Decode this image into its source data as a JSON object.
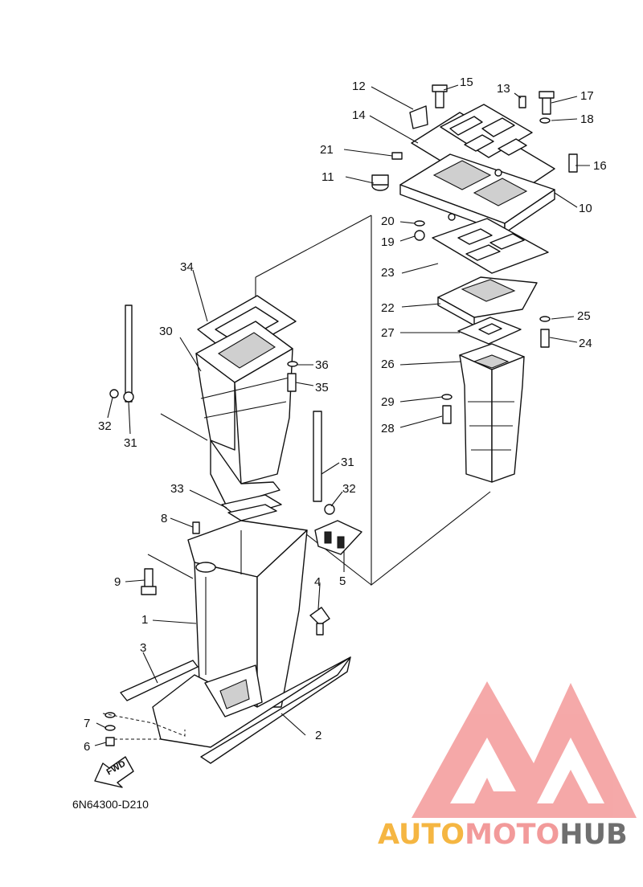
{
  "diagram": {
    "drawing_code": "6N64300-D210",
    "fwd_label": "FWD",
    "callouts": [
      "1",
      "2",
      "3",
      "4",
      "5",
      "6",
      "7",
      "8",
      "9",
      "10",
      "11",
      "12",
      "13",
      "14",
      "15",
      "16",
      "17",
      "18",
      "19",
      "20",
      "21",
      "22",
      "23",
      "24",
      "25",
      "26",
      "27",
      "28",
      "29",
      "30",
      "31",
      "31",
      "32",
      "32",
      "33",
      "34",
      "35",
      "36"
    ]
  },
  "watermark": {
    "brand_parts": [
      "AUTO",
      "MOTO",
      "HUB"
    ],
    "colors": {
      "auto": "#f5b642",
      "moto": "#f29a9a",
      "hub": "#6f6f6f",
      "logo": "#f28c8c"
    }
  }
}
